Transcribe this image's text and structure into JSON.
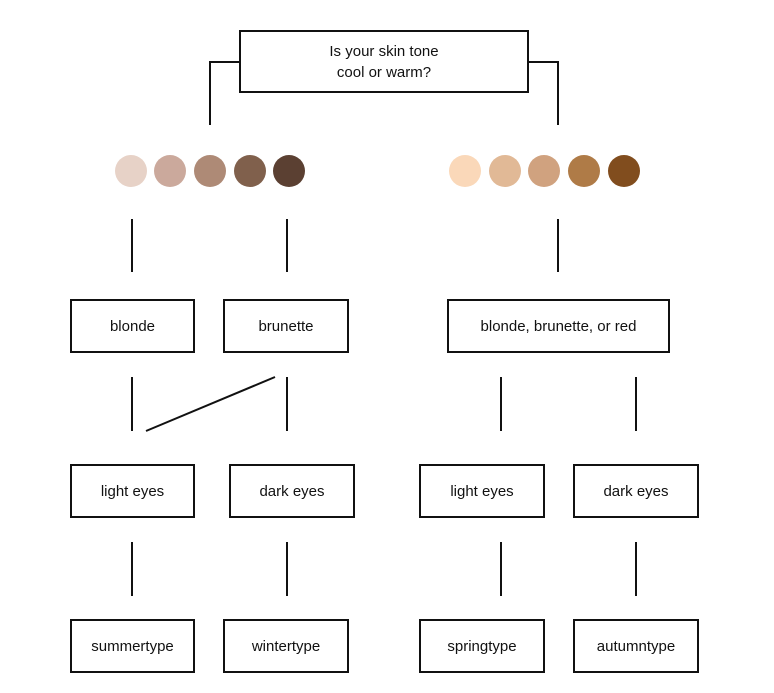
{
  "question": {
    "line1": "Is your skin tone",
    "line2": "cool or warm?"
  },
  "cool": {
    "swatches": [
      "#e7d2c7",
      "#cba99c",
      "#ae8a76",
      "#80604c",
      "#5b4032"
    ],
    "hair": {
      "blonde": "blonde",
      "brunette": "brunette"
    },
    "eyes": {
      "light": "light eyes",
      "dark": "dark eyes"
    },
    "types": {
      "summer": "summertype",
      "winter": "wintertype"
    }
  },
  "warm": {
    "swatches": [
      "#fad8b9",
      "#e1b996",
      "#d0a27f",
      "#af7b47",
      "#814d1e"
    ],
    "hair": "blonde, brunette, or red",
    "eyes": {
      "light": "light eyes",
      "dark": "dark eyes"
    },
    "types": {
      "spring": "springtype",
      "autumn": "autumntype"
    }
  },
  "colors": {
    "line": "#111111",
    "box_border": "#111111",
    "text": "#111111"
  }
}
